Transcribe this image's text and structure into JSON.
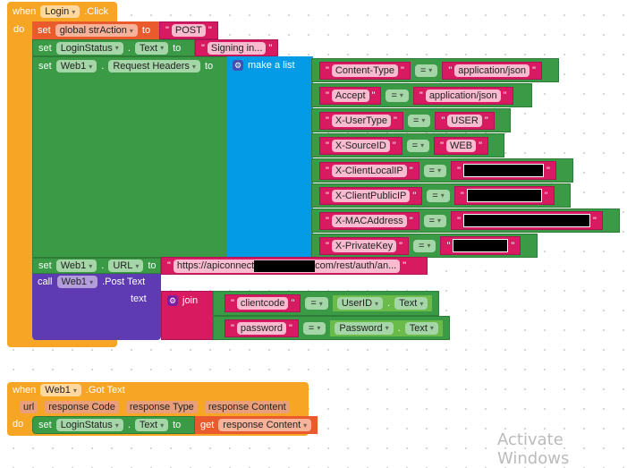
{
  "login_event": {
    "when": "when",
    "component": "Login",
    "event": ".Click",
    "do": "do"
  },
  "set_global": {
    "set": "set",
    "var": "global strAction",
    "to": "to",
    "value": "POST"
  },
  "set_status": {
    "set": "set",
    "component": "LoginStatus",
    "dot": ".",
    "prop": "Text",
    "to": "to",
    "value": "Signing in..."
  },
  "set_headers": {
    "set": "set",
    "component": "Web1",
    "dot": ".",
    "prop": "Request Headers",
    "to": "to",
    "make_list": "make a list"
  },
  "headers": {
    "eq": "=",
    "pairs": [
      {
        "key": "Content-Type",
        "value": "application/json"
      },
      {
        "key": "Accept",
        "value": "application/json"
      },
      {
        "key": "X-UserType",
        "value": "USER"
      },
      {
        "key": "X-SourceID",
        "value": "WEB"
      },
      {
        "key": "X-ClientLocalIP",
        "redacted": true
      },
      {
        "key": "X-ClientPublicIP",
        "redacted": true
      },
      {
        "key": "X-MACAddress",
        "redacted": true
      },
      {
        "key": "X-PrivateKey",
        "redacted": true
      }
    ]
  },
  "set_url": {
    "set": "set",
    "component": "Web1",
    "dot": ".",
    "prop": "URL",
    "to": "to",
    "url_start": "https://apiconnect",
    "url_end": "com/rest/auth/an..."
  },
  "call_post": {
    "call": "call",
    "component": "Web1",
    "method": ".Post Text",
    "text_label": "text",
    "join": "join",
    "pair1": {
      "key": "clientcode",
      "eq": "=",
      "component": "UserID",
      "dot": ".",
      "prop": "Text"
    },
    "pair2": {
      "key": "password",
      "eq": "=",
      "component": "Password",
      "dot": ".",
      "prop": "Text"
    }
  },
  "got_text_event": {
    "when": "when",
    "component": "Web1",
    "event": ".Got Text",
    "params": [
      "url",
      "response Code",
      "response Type",
      "response Content"
    ],
    "do": "do",
    "set": "set",
    "target": "LoginStatus",
    "dot": ".",
    "prop": "Text",
    "to": "to",
    "get": "get",
    "get_var": "response Content"
  },
  "watermark": "Activate Windows"
}
